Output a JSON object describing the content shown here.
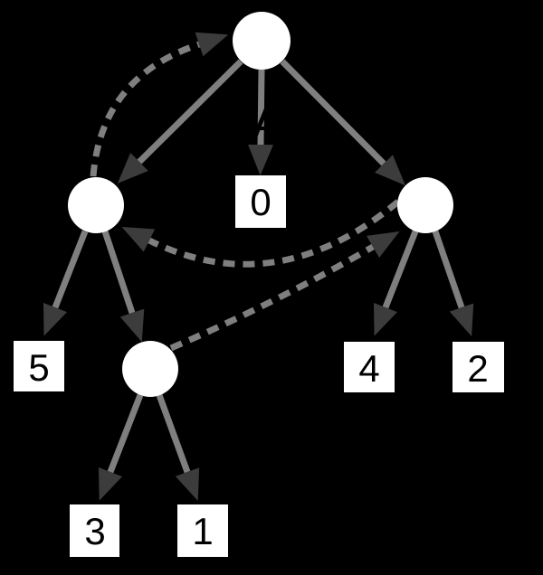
{
  "figure": {
    "type": "tree-diagram",
    "background_color": "#000000",
    "leaf_labels": {
      "n0": "0",
      "n5": "5",
      "n4": "4",
      "n2": "2",
      "n3": "3",
      "n1": "1"
    },
    "edge_label": "A",
    "internal_nodes": [
      "root",
      "left-internal",
      "right-internal",
      "mid-internal"
    ],
    "edges_solid": [
      {
        "from": "root",
        "to": "left-internal"
      },
      {
        "from": "root",
        "to": "leaf-0",
        "label": "A"
      },
      {
        "from": "root",
        "to": "right-internal"
      },
      {
        "from": "left-internal",
        "to": "leaf-5"
      },
      {
        "from": "left-internal",
        "to": "mid-internal"
      },
      {
        "from": "mid-internal",
        "to": "leaf-3"
      },
      {
        "from": "mid-internal",
        "to": "leaf-1"
      },
      {
        "from": "right-internal",
        "to": "leaf-4"
      },
      {
        "from": "right-internal",
        "to": "leaf-2"
      }
    ],
    "edges_dashed": [
      {
        "from": "left-internal",
        "to": "root"
      },
      {
        "from": "right-internal",
        "to": "left-internal"
      },
      {
        "from": "mid-internal",
        "to": "right-internal"
      }
    ],
    "colors": {
      "node_fill": "#ffffff",
      "leaf_fill": "#ffffff",
      "leaf_text": "#000000",
      "edge_stroke": "#7f7f7f",
      "arrowhead": "#3c3c3c",
      "edge_label_color": "#000000"
    }
  }
}
